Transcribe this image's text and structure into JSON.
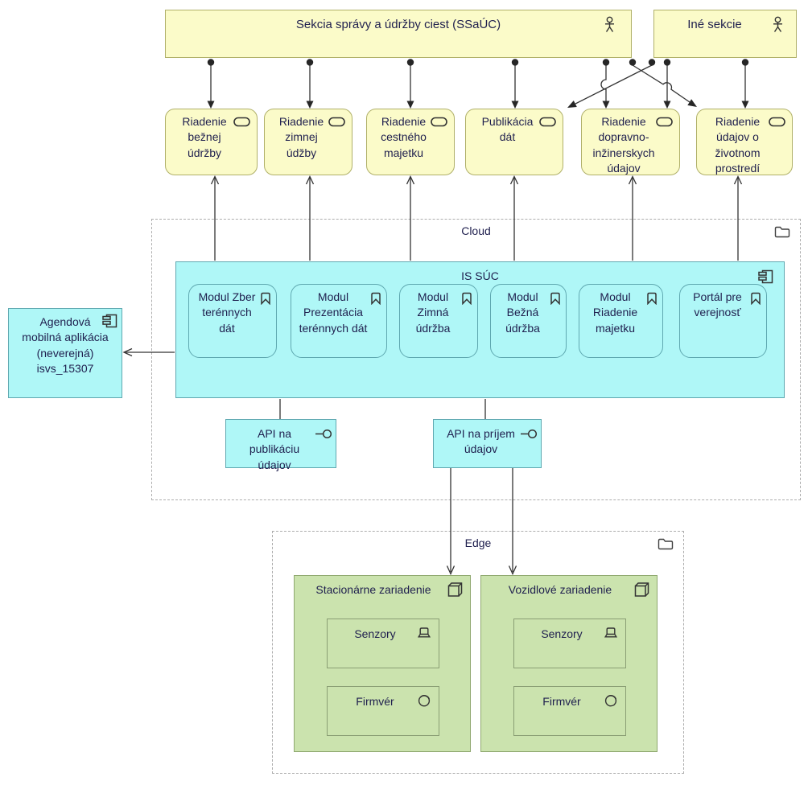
{
  "colors": {
    "business_fill": "#FBFBC9",
    "business_border": "#B0B069",
    "application_fill": "#AFF7F7",
    "application_border": "#5FA8B0",
    "technology_fill": "#CBE3AE",
    "technology_border": "#8FA86F",
    "group_border": "#ADADAD",
    "connector": "#333333",
    "text": "#1F1F4E"
  },
  "actors": {
    "ssauc": {
      "label": "Sekcia správy a údržby ciest (SSaÚC)"
    },
    "ine_sekcie": {
      "label": "Iné sekcie"
    }
  },
  "services": [
    {
      "label": "Riadenie bežnej údržby"
    },
    {
      "label": "Riadenie zimnej údžby"
    },
    {
      "label": "Riadenie cestného majetku"
    },
    {
      "label": "Publikácia dát"
    },
    {
      "label": "Riadenie dopravno-inžinerskych údajov"
    },
    {
      "label": "Riadenie údajov o životnom prostredí"
    }
  ],
  "cloud_group": {
    "label": "Cloud"
  },
  "is_suc": {
    "label": "IS SÚC",
    "modules": [
      {
        "label": "Modul Zber terénnych dát"
      },
      {
        "label": "Modul Prezentácia terénnych dát"
      },
      {
        "label": "Modul Zimná údržba"
      },
      {
        "label": "Modul Bežná údržba"
      },
      {
        "label": "Modul Riadenie majetku"
      },
      {
        "label": "Portál pre verejnosť"
      }
    ]
  },
  "mobile_app": {
    "label": "Agendová mobilná aplikácia (neverejná) isvs_15307"
  },
  "apis": [
    {
      "label": "API na publikáciu údajov"
    },
    {
      "label": "API na príjem údajov"
    }
  ],
  "edge_group": {
    "label": "Edge",
    "devices": [
      {
        "label": "Stacionárne zariadenie",
        "components": [
          {
            "label": "Senzory"
          },
          {
            "label": "Firmvér"
          }
        ]
      },
      {
        "label": "Vozidlové zariadenie",
        "components": [
          {
            "label": "Senzory"
          },
          {
            "label": "Firmvér"
          }
        ]
      }
    ]
  }
}
